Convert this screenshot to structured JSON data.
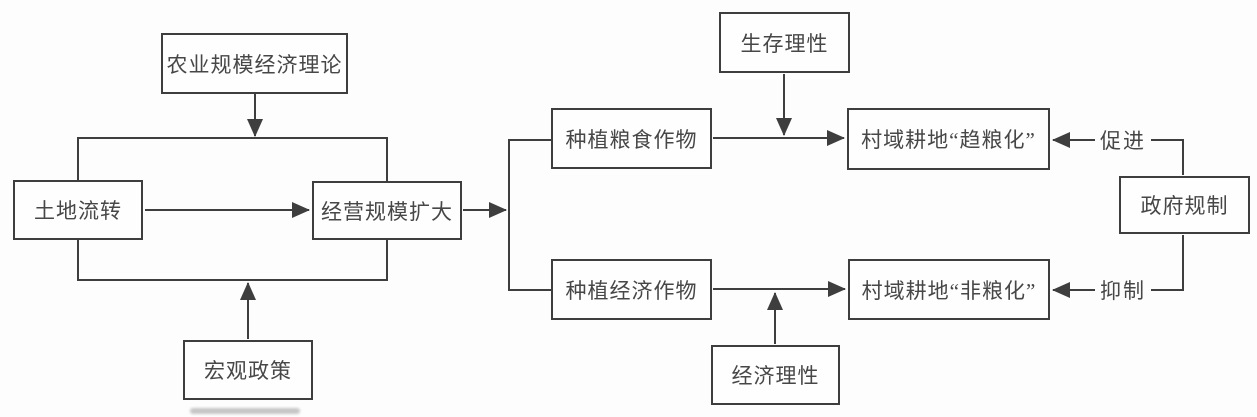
{
  "diagram": {
    "description_type": "flowchart",
    "background_color": "#fdfdfd",
    "line_color": "#3e3e3e",
    "text_color": "#474747",
    "box_background": "#fefefe",
    "nodes": {
      "scale_economy_theory": {
        "label": "农业规模经济理论"
      },
      "land_transfer": {
        "label": "土地流转"
      },
      "operation_scale_expansion": {
        "label": "经营规模扩大"
      },
      "macro_policy": {
        "label": "宏观政策"
      },
      "survival_rationality": {
        "label": "生存理性"
      },
      "plant_grain_crops": {
        "label": "种植粮食作物"
      },
      "plant_cash_crops": {
        "label": "种植经济作物"
      },
      "village_farmland_grain_oriented": {
        "label": "村域耕地“趋粮化”"
      },
      "village_farmland_non_grain": {
        "label": "村域耕地“非粮化”"
      },
      "government_regulation": {
        "label": "政府规制"
      },
      "economic_rationality": {
        "label": "经济理性"
      }
    },
    "edge_labels": {
      "promote": "促进",
      "inhibit": "抑制"
    }
  }
}
